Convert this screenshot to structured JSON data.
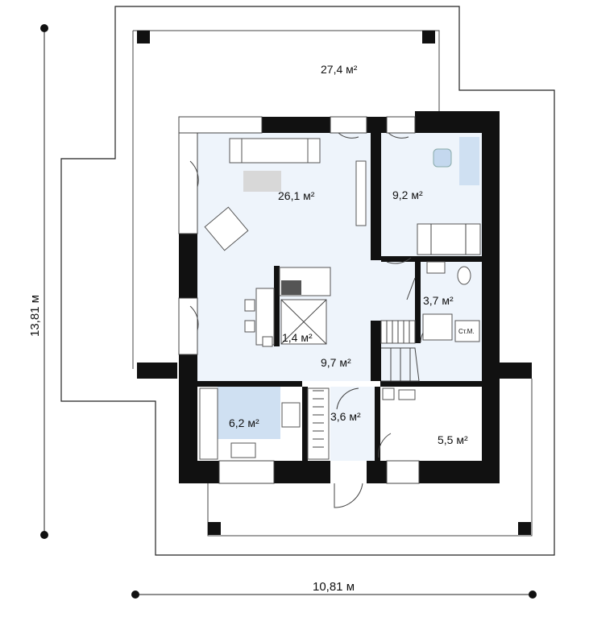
{
  "rooms": [
    {
      "id": "terrace",
      "area": "27,4 м²"
    },
    {
      "id": "living",
      "area": "26,1 м²"
    },
    {
      "id": "bedroom",
      "area": "9,2 м²"
    },
    {
      "id": "bathroom",
      "area": "3,7 м²"
    },
    {
      "id": "pantry",
      "area": "1,4 м²"
    },
    {
      "id": "hall",
      "area": "9,7 м²"
    },
    {
      "id": "kitchen",
      "area": "6,2 м²"
    },
    {
      "id": "entrance",
      "area": "3,6 м²"
    },
    {
      "id": "utility",
      "area": "5,5 м²"
    }
  ],
  "appliance_label": "Ст.М.",
  "dimensions": {
    "height": "13,81 м",
    "width": "10,81 м"
  }
}
